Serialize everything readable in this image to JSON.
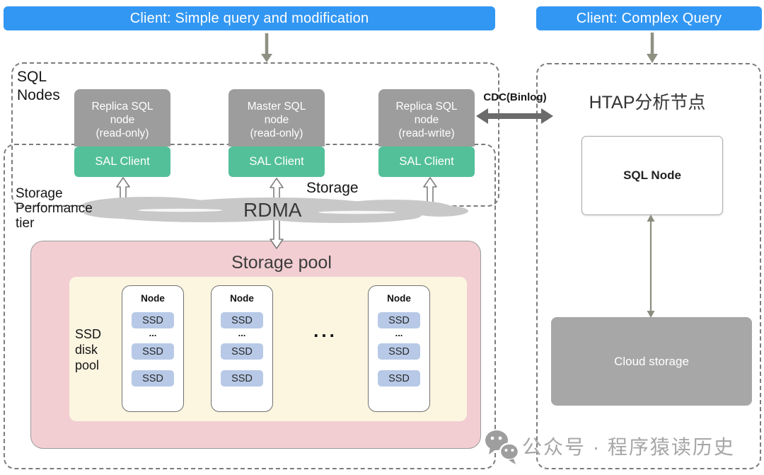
{
  "banners": {
    "left": {
      "label": "Client: Simple query and modification"
    },
    "right": {
      "label": "Client: Complex Query"
    }
  },
  "cdc": {
    "label": "CDC(Binlog)"
  },
  "sql_nodes": {
    "title_line1": "SQL",
    "title_line2": "Nodes",
    "items": [
      {
        "line1": "Replica SQL",
        "line2": "node",
        "line3": "(read-only)",
        "sal_label": "SAL Client"
      },
      {
        "line1": "Master SQL",
        "line2": "node",
        "line3": "(read-only)",
        "sal_label": "SAL Client"
      },
      {
        "line1": "Replica SQL",
        "line2": "node",
        "line3": "(read-write)",
        "sal_label": "SAL Client"
      }
    ]
  },
  "storage_tier": {
    "label_line1": "Storage",
    "label_line2": "Performance",
    "label_line3": "tier",
    "storage_label": "Storage",
    "rdma_label": "RDMA",
    "storage_pool": {
      "title": "Storage pool",
      "ssd_pool_line1": "SSD",
      "ssd_pool_line2": "disk",
      "ssd_pool_line3": "pool",
      "between_nodes_ellipsis": "...",
      "nodes": [
        {
          "title": "Node",
          "chips": [
            "SSD",
            "SSD",
            "SSD"
          ],
          "ellipsis": "..."
        },
        {
          "title": "Node",
          "chips": [
            "SSD",
            "SSD",
            "SSD"
          ],
          "ellipsis": "..."
        },
        {
          "title": "Node",
          "chips": [
            "SSD",
            "SSD",
            "SSD"
          ],
          "ellipsis": "..."
        }
      ]
    }
  },
  "htap": {
    "title": "HTAP分析节点",
    "sql_node_label": "SQL Node",
    "cloud_storage_label": "Cloud storage"
  },
  "watermark": {
    "text": "公众号 · 程序猿读历史"
  },
  "colors": {
    "banner_blue": "#3297f3",
    "sal_green": "#53c09a",
    "node_gray": "#9d9d9d",
    "cloud_gray": "#c8c8c8",
    "storage_pool_pink": "#f2ced2",
    "ssd_pool_cream": "#fcf6e1",
    "ssd_chip_blue": "#b7c9e6",
    "cloud_storage_gray": "#a7a7a7",
    "arrow_olive": "#8e9082"
  }
}
